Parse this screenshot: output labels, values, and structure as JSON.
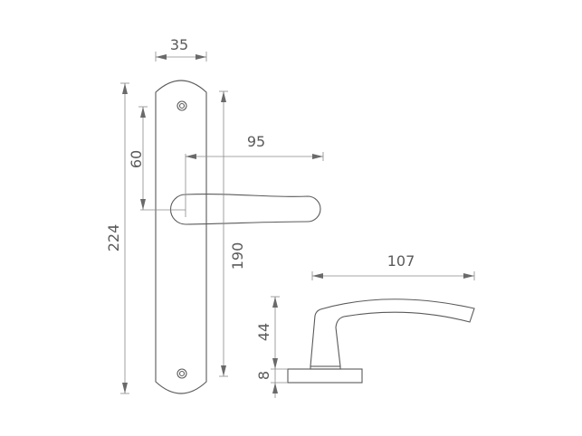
{
  "diagram": {
    "title": "Door handle on backplate – dimension drawing",
    "dimensions": {
      "plate_width": "35",
      "plate_height": "224",
      "spindle_to_top_screw": "60",
      "lever_length_front": "95",
      "screw_spacing": "190",
      "lever_length_side": "107",
      "lever_height": "44",
      "rosette_thickness": "8"
    },
    "colors": {
      "line": "#5a5a5a",
      "dimension": "#8a8a8a",
      "text": "#5a5a5a"
    }
  }
}
